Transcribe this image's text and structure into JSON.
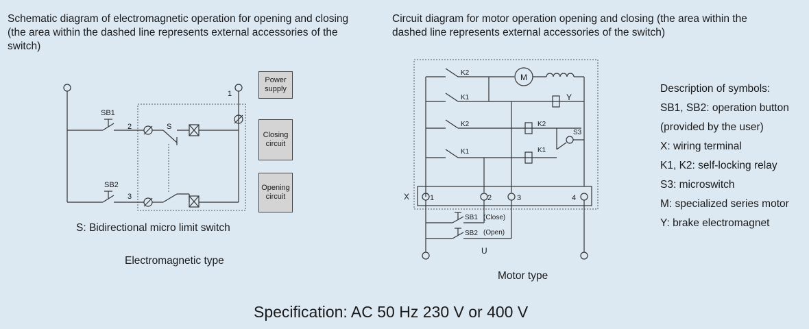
{
  "left_title": "Schematic diagram of electromagnetic operation for opening and closing (the area within the dashed line represents external accessories of the switch)",
  "right_title": "Circuit diagram for motor operation opening and closing (the area within the dashed line represents external accessories of the switch)",
  "left_diagram": {
    "labels": {
      "sb1": "SB1",
      "sb2": "SB2",
      "s": "S",
      "n1": "1",
      "n2": "2",
      "n3": "3"
    },
    "boxes": {
      "power": "Power supply",
      "closing": "Closing circuit",
      "opening": "Opening circuit"
    },
    "s_note": "S: Bidirectional micro limit switch",
    "caption": "Electromagnetic type"
  },
  "right_diagram": {
    "labels": {
      "k2_a": "K2",
      "k1_a": "K1",
      "k2_b": "K2",
      "k1_b": "K1",
      "k2_coil": "K2",
      "k1_coil": "K1",
      "s3": "S3",
      "m": "M",
      "y": "Y",
      "x": "X",
      "t1": "1",
      "t2": "2",
      "t3": "3",
      "t4": "4",
      "sb1_close": "SB1",
      "close": "(Close)",
      "sb2_open": "SB2",
      "open": "(Open)",
      "u": "U"
    },
    "caption": "Motor type"
  },
  "legend": [
    "Description of symbols:",
    "SB1, SB2: operation button",
    "(provided by the user)",
    "X: wiring terminal",
    "K1, K2: self-locking relay",
    "S3: microswitch",
    "M: specialized series motor",
    "Y: brake electromagnet"
  ],
  "specification": "Specification: AC 50 Hz 230 V or 400 V"
}
